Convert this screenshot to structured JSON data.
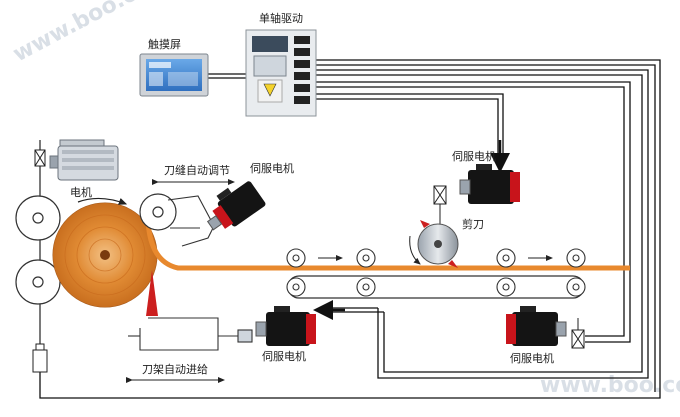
{
  "labels": {
    "drive": "单轴驱动",
    "touch": "触摸屏",
    "motor": "电机",
    "knife_gap": "刀缝自动调节",
    "servo_top_left": "伺服电机",
    "servo_top_right": "伺服电机",
    "cutter": "剪刀",
    "knife_feed": "刀架自动进给",
    "servo_bottom_left": "伺服电机",
    "servo_bottom_right": "伺服电机"
  },
  "watermark": {
    "top_left": "www.boo.com",
    "bottom_right": "www.boo.com"
  },
  "colors": {
    "strip": "#e8892e",
    "roll": "#d9822b",
    "blade": "#cc1f1f",
    "servo_red": "#c8141b",
    "servo_body": "#141414",
    "line": "#111111"
  }
}
